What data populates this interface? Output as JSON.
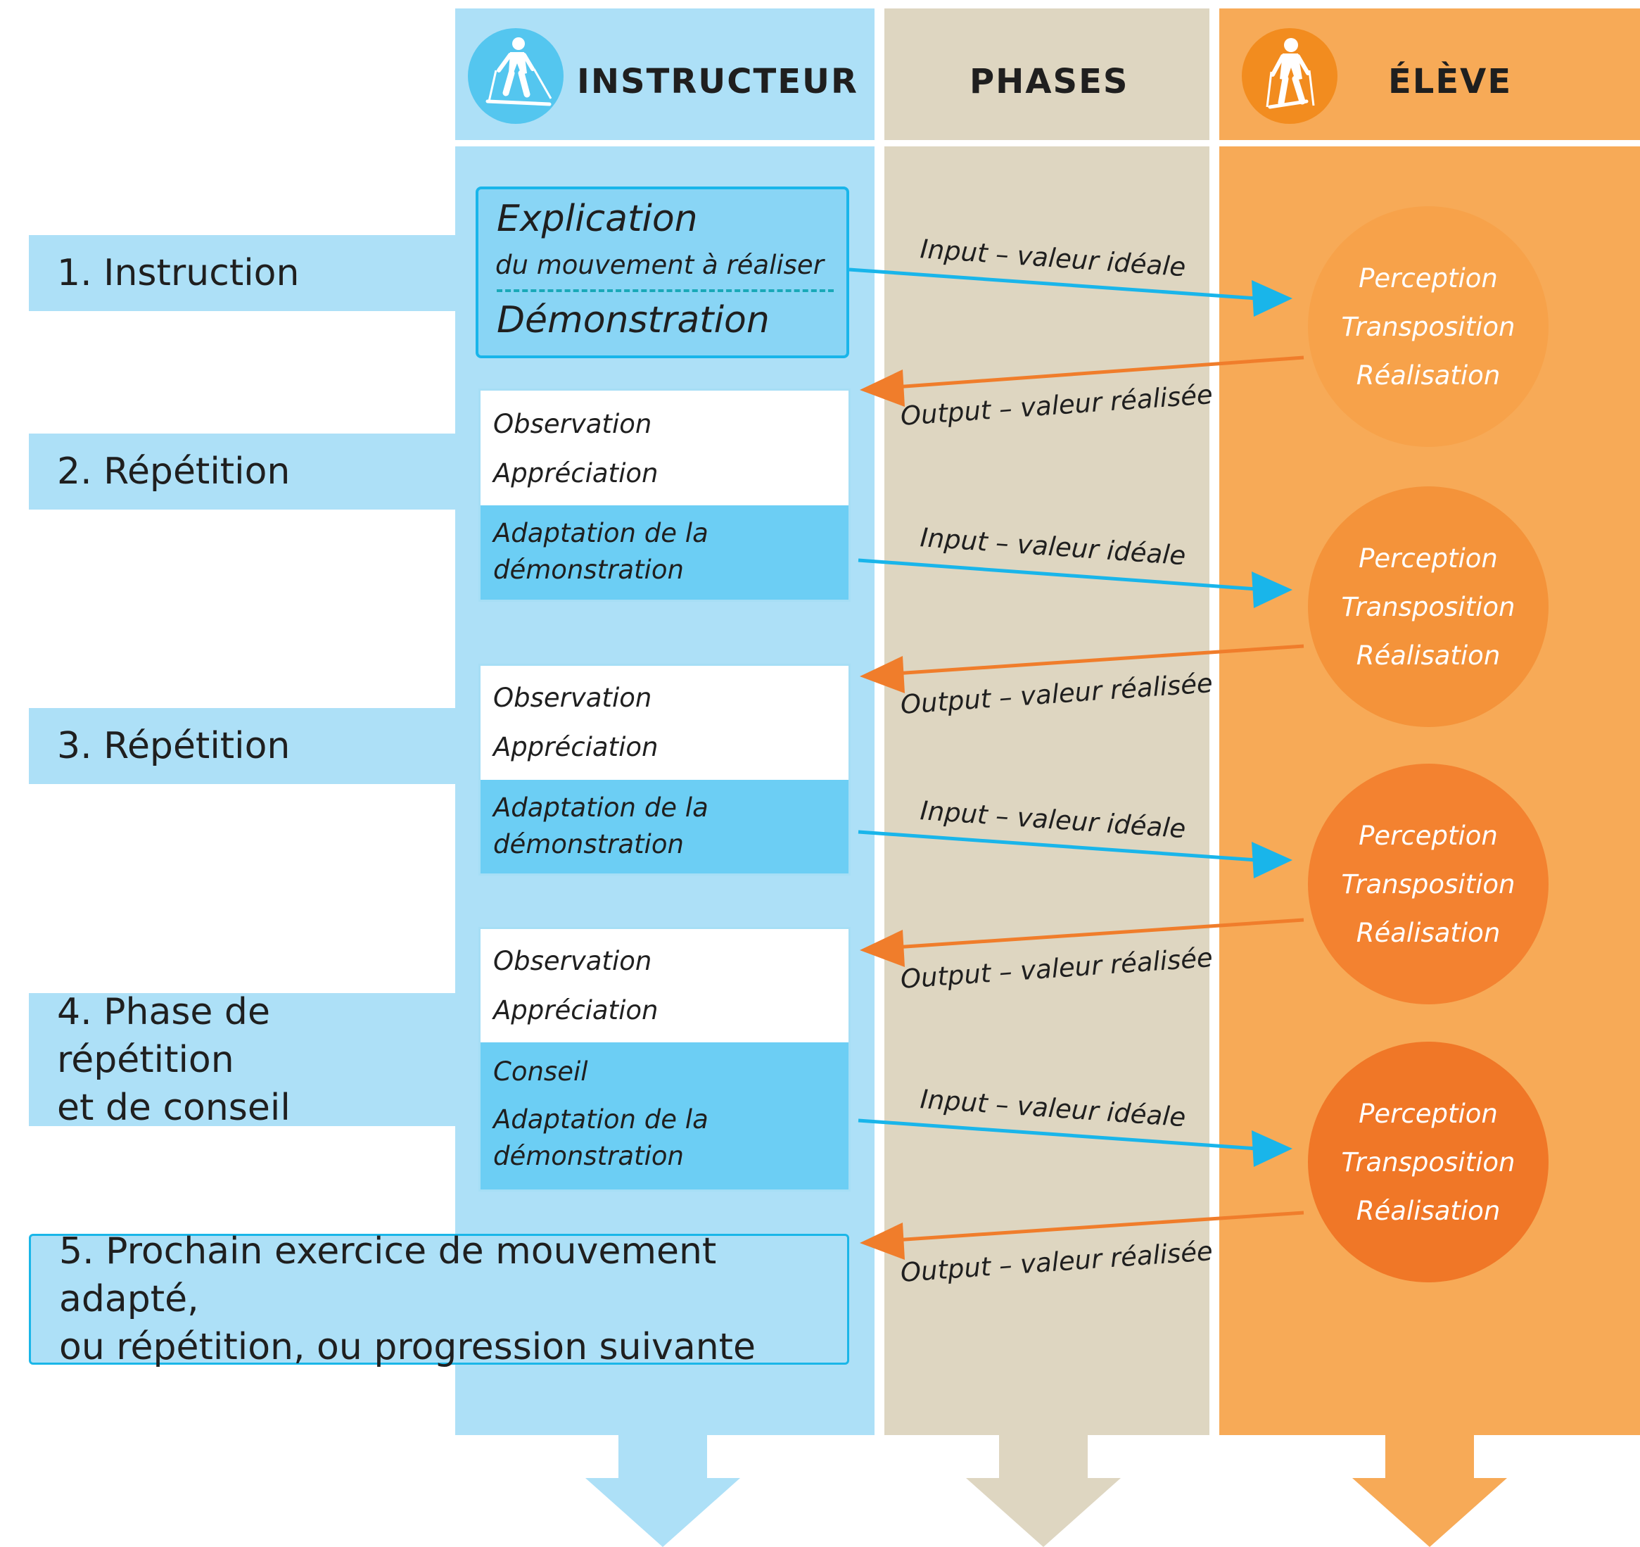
{
  "headers": {
    "instructeur": "INSTRUCTEUR",
    "phases": "PHASES",
    "eleve": "ÉLÈVE"
  },
  "icons": {
    "instructeur": "skier-downhill-icon",
    "eleve": "skier-walking-icon"
  },
  "colors": {
    "instructeur_light": "#ade0f7",
    "instructeur_mid": "#6ccef4",
    "phases": "#ded6c1",
    "eleve": "#f7aa57",
    "input_arrow": "#19b5ea",
    "output_arrow": "#f07d2b"
  },
  "steps": [
    {
      "lines": [
        "1. Instruction"
      ]
    },
    {
      "lines": [
        "2. Répétition"
      ]
    },
    {
      "lines": [
        "3. Répétition"
      ]
    },
    {
      "lines": [
        "4. Phase de répétition",
        "et de conseil"
      ]
    },
    {
      "lines": [
        "5. Prochain exercice de mouvement adapté,",
        "ou répétition, ou progression suivante"
      ]
    }
  ],
  "first_box": {
    "title": "Explication",
    "subtitle": "du mouvement à réaliser",
    "demo": "Démonstration"
  },
  "instructor_boxes": [
    {
      "observation": "Observation",
      "appreciation": "Appréciation",
      "band": [
        "Adaptation de la",
        "démonstration"
      ]
    },
    {
      "observation": "Observation",
      "appreciation": "Appréciation",
      "band": [
        "Adaptation de la",
        "démonstration"
      ]
    },
    {
      "observation": "Observation",
      "appreciation": "Appréciation",
      "band": [
        "Conseil",
        "Adaptation de la",
        "démonstration"
      ]
    }
  ],
  "flows": {
    "input": "Input – valeur idéale",
    "output": "Output – valeur réalisée"
  },
  "student_circles": [
    {
      "lines": [
        "Perception",
        "Transposition",
        "Réalisation"
      ],
      "color": "#f7a24a"
    },
    {
      "lines": [
        "Perception",
        "Transposition",
        "Réalisation"
      ],
      "color": "#f4933a"
    },
    {
      "lines": [
        "Perception",
        "Transposition",
        "Réalisation"
      ],
      "color": "#f38230"
    },
    {
      "lines": [
        "Perception",
        "Transposition",
        "Réalisation"
      ],
      "color": "#f07727"
    }
  ]
}
